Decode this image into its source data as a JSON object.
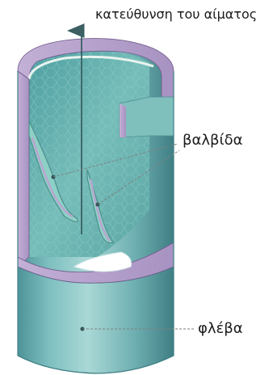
{
  "labels": {
    "blood_direction": "κατεύθυνση του αίματος",
    "valve": "βαλβίδα",
    "vein": "φλέβα"
  },
  "colors": {
    "outer_wall": "#5fa3a6",
    "outer_wall_light": "#a8d6d4",
    "outer_wall_dark": "#3f7f84",
    "inner_lining": "#7fc8c2",
    "purple_layer": "#b8a2cc",
    "valve_fill": "#8ed0c6",
    "arrow": "#3b5f63",
    "leader_line": "#7f7f7f",
    "label_text": "#1a1a1a"
  }
}
